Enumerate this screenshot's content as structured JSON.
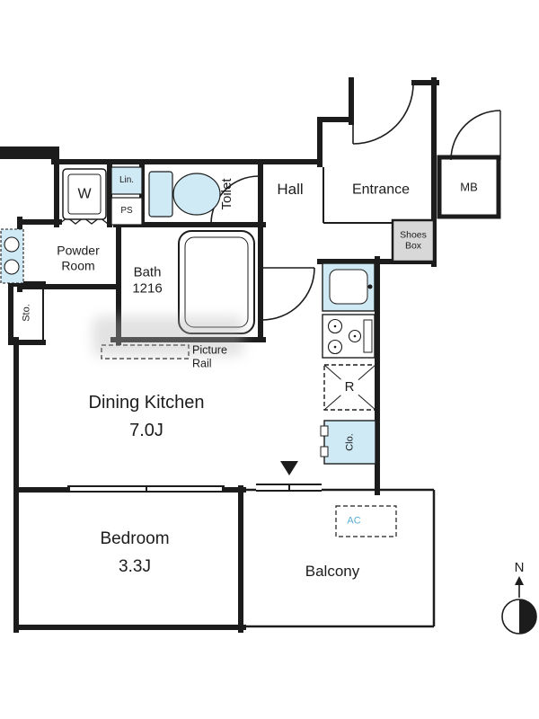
{
  "plan": {
    "rooms": {
      "washer": "W",
      "linen": "Lin.",
      "pipe_space": "PS",
      "toilet": "Toilet",
      "hall": "Hall",
      "entrance": "Entrance",
      "meter_box": "MB",
      "shoes_box": {
        "line1": "Shoes",
        "line2": "Box"
      },
      "powder_room": {
        "line1": "Powder",
        "line2": "Room"
      },
      "bath": {
        "line1": "Bath",
        "line2": "1216"
      },
      "storage": "Sto.",
      "picture_rail": {
        "line1": "Picture",
        "line2": "Rail"
      },
      "dining_kitchen": {
        "name": "Dining Kitchen",
        "size": "7.0J"
      },
      "refrigerator": "R",
      "closet": "Clo.",
      "bedroom": {
        "name": "Bedroom",
        "size": "3.3J"
      },
      "balcony": "Balcony",
      "ac_unit": "AC"
    },
    "compass": {
      "north": "N"
    },
    "colors": {
      "wall": "#1c1c1c",
      "fixture_fill": "#cfe9f5",
      "shoes_box_fill": "#d8d8d8",
      "ac_text": "#55acd2"
    }
  }
}
